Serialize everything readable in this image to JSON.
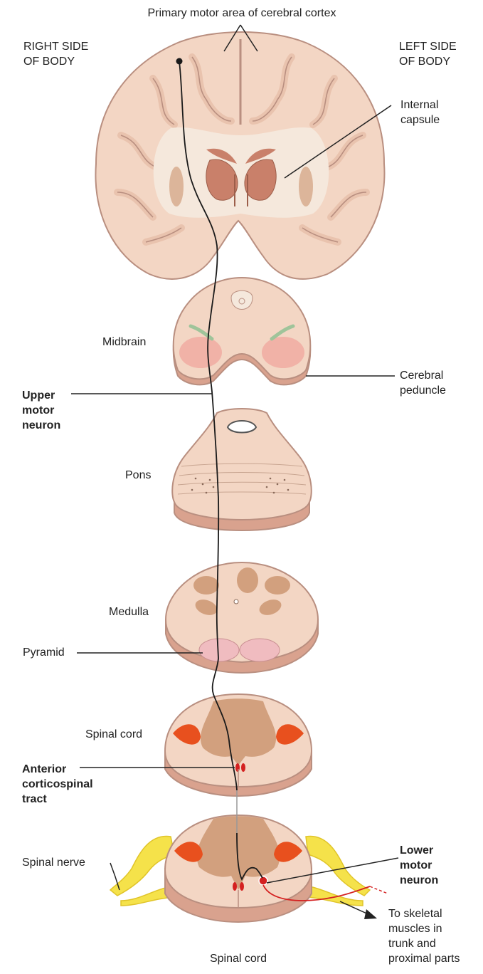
{
  "labels": {
    "primary_motor": "Primary motor area of cerebral cortex",
    "right_side": "RIGHT SIDE\nOF BODY",
    "left_side": "LEFT SIDE\nOF BODY",
    "internal_capsule": "Internal\ncapsule",
    "midbrain": "Midbrain",
    "cerebral_peduncle": "Cerebral\npeduncle",
    "upper_motor_neuron": "Upper\nmotor\nneuron",
    "pons": "Pons",
    "medulla": "Medulla",
    "pyramid": "Pyramid",
    "spinal_cord_upper": "Spinal cord",
    "anterior_corticospinal": "Anterior\ncorticospinal\ntract",
    "spinal_nerve": "Spinal nerve",
    "lower_motor_neuron": "Lower\nmotor\nneuron",
    "to_skeletal": "To skeletal\nmuscles in\ntrunk and\nproximal parts",
    "spinal_cord_lower": "Spinal cord"
  },
  "colors": {
    "tissue": "#f3d6c4",
    "tissue_edge": "#b98f80",
    "tissue_side": "#d9a28e",
    "white_matter": "#f5e8dc",
    "gray_matter": "#d2a07e",
    "nuclei": "#c9806a",
    "motor_horn": "#e8501e",
    "pyramid": "#f0bcc0",
    "nerve": "#f5e24a",
    "peduncle": "#f0a9a0",
    "tract_line": "#1a1a1a",
    "lower_neuron": "#d42020"
  }
}
